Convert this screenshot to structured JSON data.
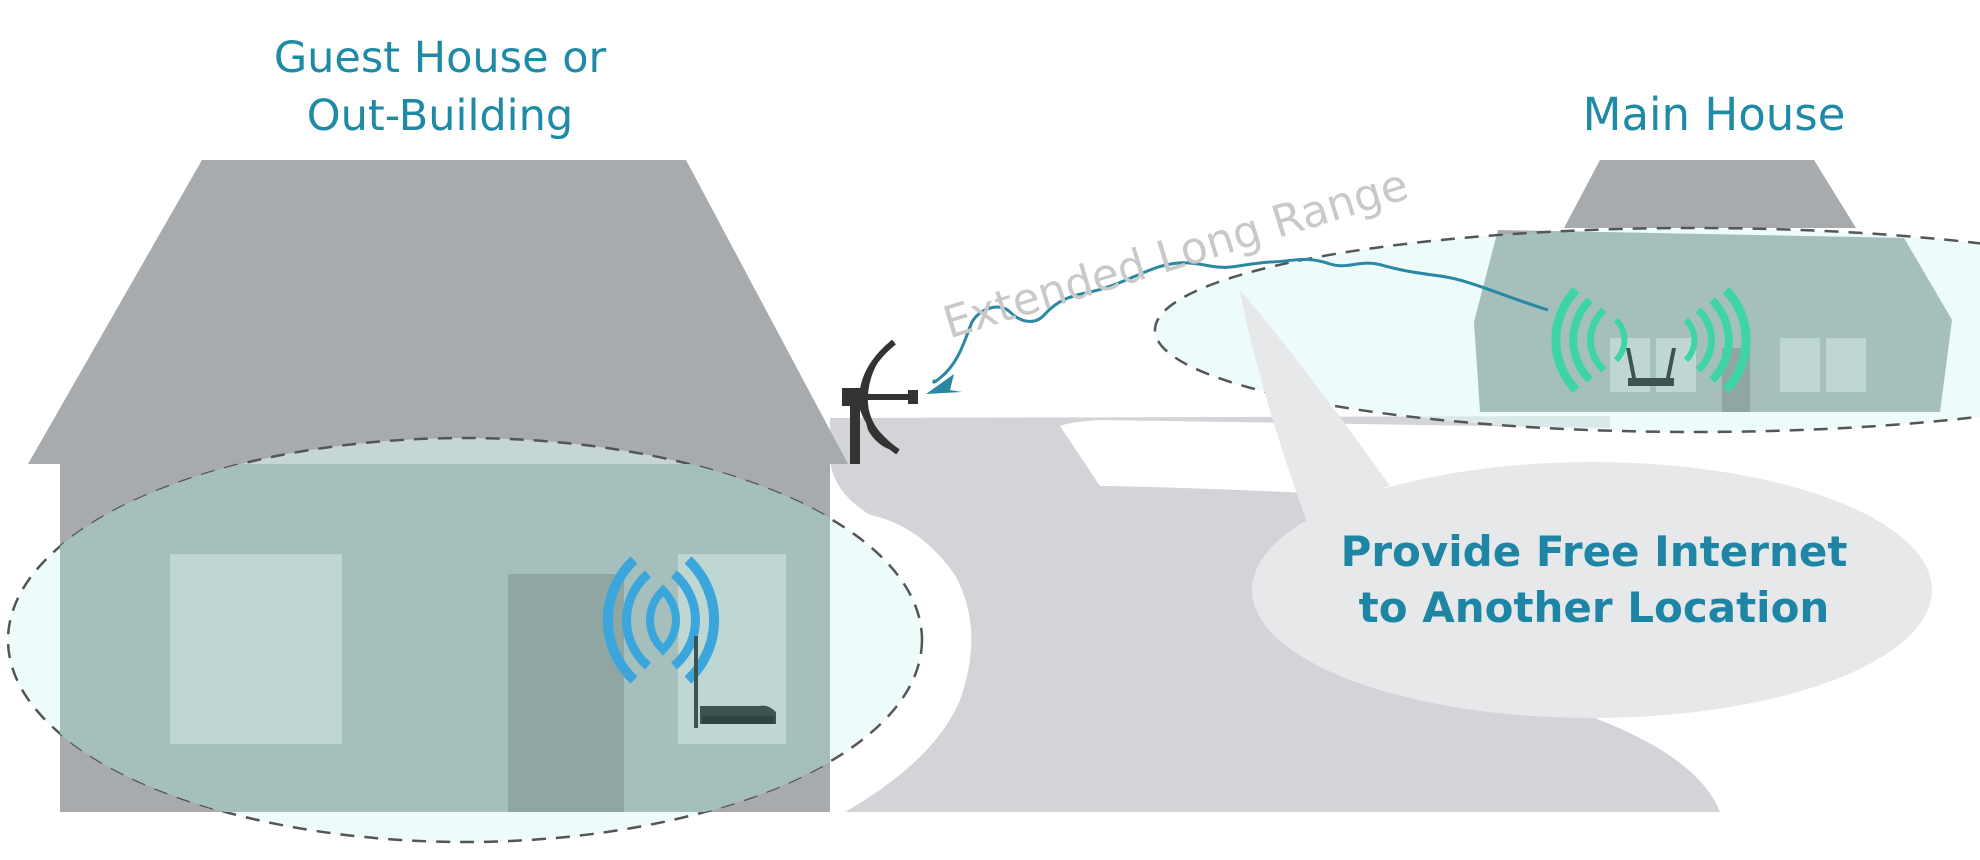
{
  "labels": {
    "guest_line1": "Guest House or",
    "guest_line2": "Out-Building",
    "main_house": "Main House",
    "range": "Extended Long Range",
    "callout_line1": "Provide Free Internet",
    "callout_line2": "to Another Location"
  },
  "colors": {
    "label": "#1e8aa6",
    "house": "#a8abae",
    "coverage": "#dff7f5",
    "wifi_guest": "#3aa6dc",
    "wifi_main": "#3fd4a8",
    "link": "#2a88a3",
    "road": "#d2d4d7"
  },
  "icons": [
    "directional-antenna-icon",
    "router-icon",
    "wifi-signal-icon"
  ]
}
